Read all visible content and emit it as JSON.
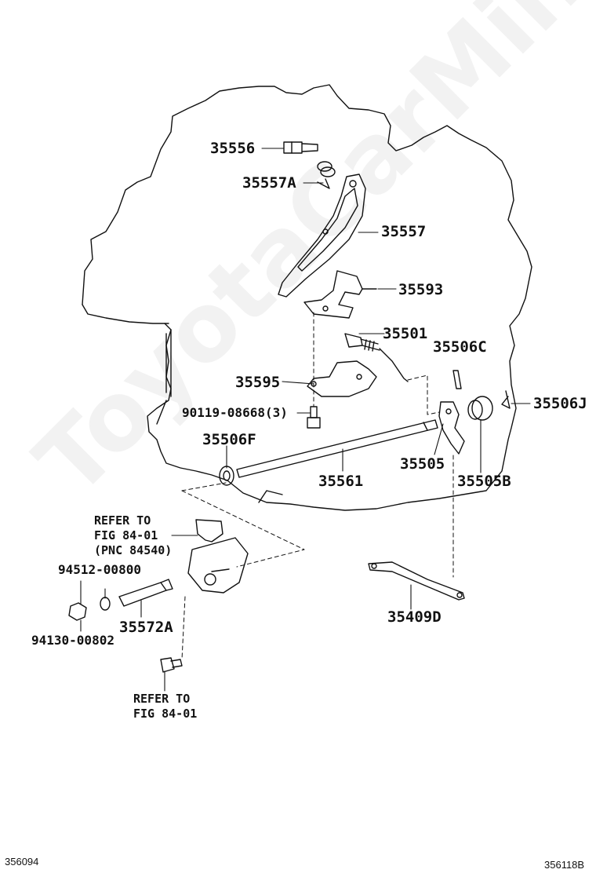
{
  "watermark": "ToyotaCarMine.ru",
  "labels": {
    "p35556": "35556",
    "p35557A": "35557A",
    "p35557": "35557",
    "p35593": "35593",
    "p35501": "35501",
    "p35506C": "35506C",
    "p35595": "35595",
    "p35506J": "35506J",
    "p90119": "90119-08668(3)",
    "p35506F": "35506F",
    "p35561": "35561",
    "p35505": "35505",
    "p35505B": "35505B",
    "ref_top_1": "REFER TO",
    "ref_top_2": "FIG 84-01",
    "ref_top_3": "(PNC 84540)",
    "p94512": "94512-00800",
    "p94130": "94130-00802",
    "p35572A": "35572A",
    "p35409D": "35409D",
    "ref_bot_1": "REFER TO",
    "ref_bot_2": "FIG 84-01"
  },
  "footer": {
    "left": "356094",
    "right": "356118B"
  }
}
